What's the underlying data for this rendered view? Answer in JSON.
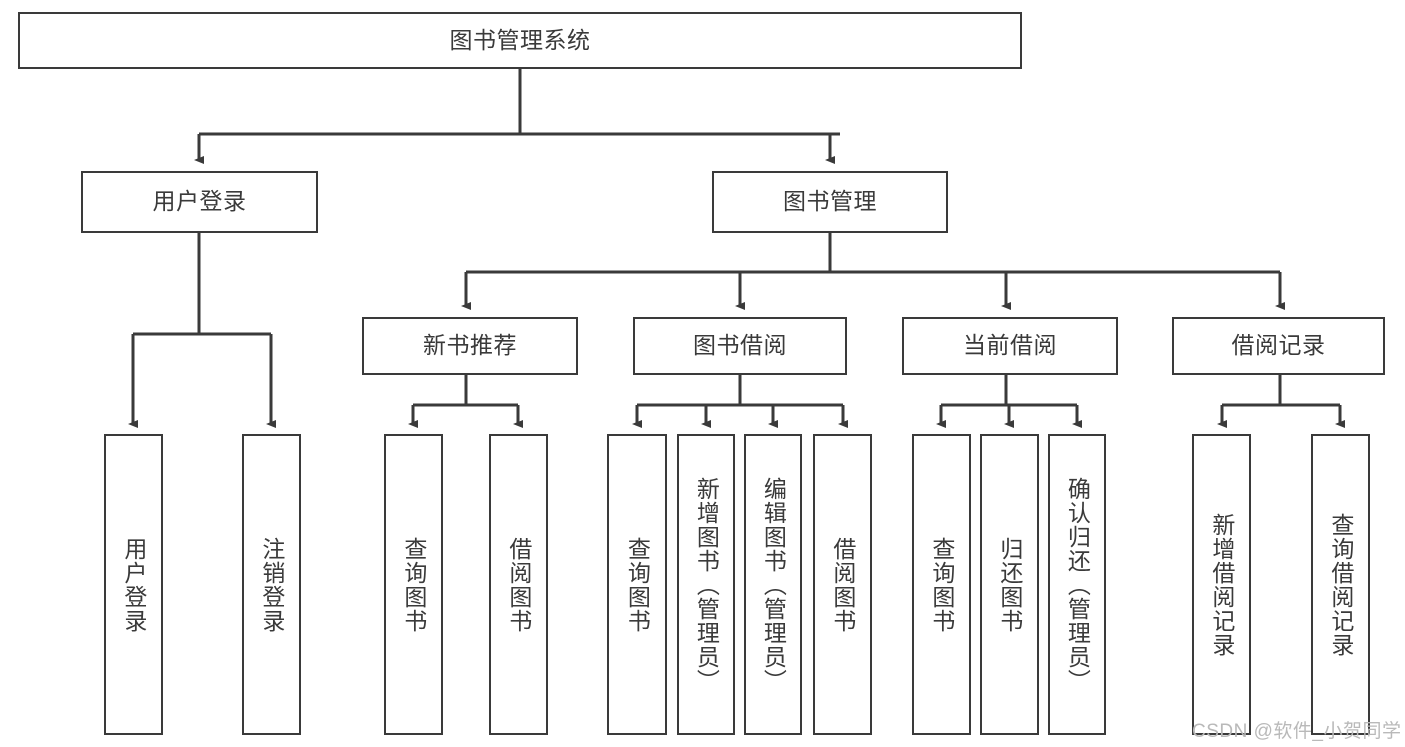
{
  "diagram": {
    "type": "tree-hierarchy-chart",
    "title": "图书管理系统",
    "watermark": "CSDN @软件_小贺同学",
    "colors": {
      "box_border": "#3a3a3a",
      "box_fill": "#ffffff",
      "connector": "#3a3a3a",
      "text": "#3a3a3a",
      "watermark": "#b9b9b9",
      "background": "#ffffff"
    },
    "levels": {
      "root": {
        "label": "图书管理系统"
      },
      "level2": [
        {
          "label": "用户登录"
        },
        {
          "label": "图书管理"
        }
      ],
      "level3": [
        {
          "label": "新书推荐"
        },
        {
          "label": "图书借阅"
        },
        {
          "label": "当前借阅"
        },
        {
          "label": "借阅记录"
        }
      ],
      "leaves": {
        "user_login": [
          {
            "label": "用户登录"
          },
          {
            "label": "注销登录"
          }
        ],
        "new_book_recommend": [
          {
            "label": "查询图书"
          },
          {
            "label": "借阅图书"
          }
        ],
        "book_borrow": [
          {
            "label": "查询图书"
          },
          {
            "label": "新增图书（管理员）"
          },
          {
            "label": "编辑图书（管理员）"
          },
          {
            "label": "借阅图书"
          }
        ],
        "current_borrow": [
          {
            "label": "查询图书"
          },
          {
            "label": "归还图书"
          },
          {
            "label": "确认归还（管理员）"
          }
        ],
        "borrow_record": [
          {
            "label": "新增借阅记录"
          },
          {
            "label": "查询借阅记录"
          }
        ]
      }
    }
  }
}
